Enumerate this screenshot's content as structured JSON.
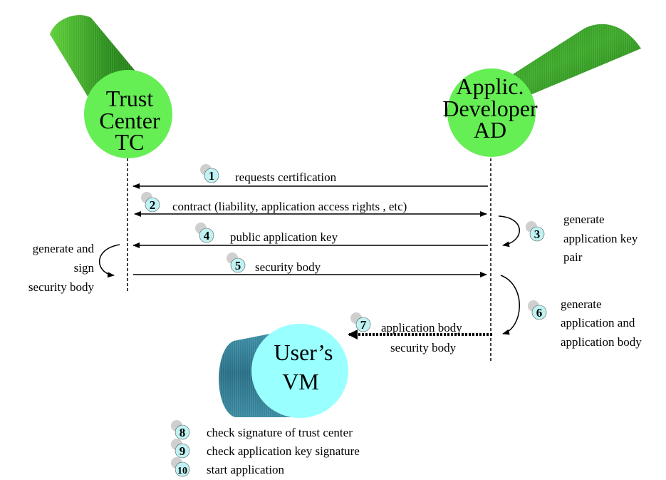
{
  "entities": {
    "tc": {
      "lines": [
        "Trust",
        "Center",
        "TC"
      ]
    },
    "ad": {
      "lines": [
        "Applic.",
        "Developer",
        "AD"
      ]
    },
    "vm": {
      "lines": [
        "User’s",
        "VM"
      ]
    }
  },
  "steps": [
    {
      "num": "1",
      "label": "requests certification"
    },
    {
      "num": "2",
      "label": "contract (liability, application access rights , etc)"
    },
    {
      "num": "3",
      "lines": [
        "generate",
        "application key",
        "pair"
      ]
    },
    {
      "num": "4",
      "label": "public application key"
    },
    {
      "num": "5",
      "label": "security body"
    },
    {
      "num": "6",
      "lines": [
        "generate",
        "application and",
        "application body"
      ]
    },
    {
      "num": "7",
      "lines": [
        "application body",
        "security body"
      ]
    },
    {
      "num": "8",
      "label": "check signature of trust center"
    },
    {
      "num": "9",
      "label": "check application key signature"
    },
    {
      "num": "10",
      "label": "start application"
    }
  ],
  "tc_note": {
    "lines": [
      "generate and",
      "sign",
      "security body"
    ]
  },
  "colors": {
    "green_light": "#66ee55",
    "green_dark": "#2e9a22",
    "cyan_light": "#99ffff",
    "blue_dark": "#2f7f9a",
    "badge": "#bff2f2"
  }
}
